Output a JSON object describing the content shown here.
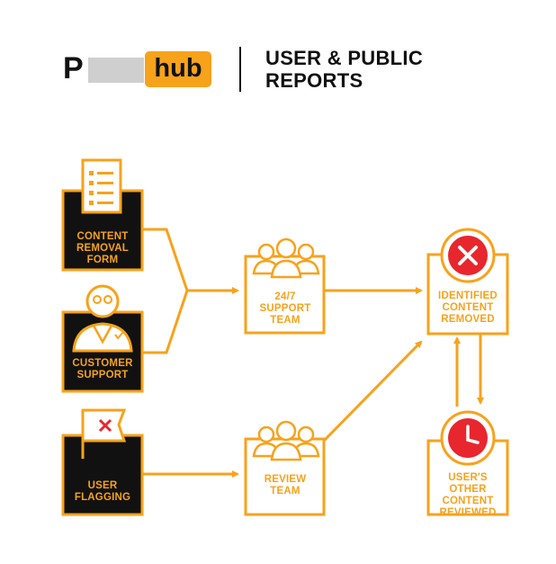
{
  "header": {
    "logo_prefix": "P",
    "logo_suffix": "hub",
    "title": "USER & PUBLIC REPORTS"
  },
  "colors": {
    "accent": "#f7a21b",
    "dark": "#111111",
    "red": "#e8262d"
  },
  "nodes": {
    "content_removal_form": "CONTENT REMOVAL FORM",
    "customer_support": "CUSTOMER SUPPORT",
    "user_flagging": "USER FLAGGING",
    "support_team": "24/7 SUPPORT TEAM",
    "review_team": "REVIEW TEAM",
    "identified_content_removed": "IDENTIFIED CONTENT REMOVED",
    "users_other_content_reviewed": "USER'S OTHER CONTENT REVIEWED"
  },
  "icons": {
    "form": "document-checklist-icon",
    "agent": "support-agent-icon",
    "flag": "flag-x-icon",
    "team": "team-people-icon",
    "removed": "x-circle-icon",
    "clock": "clock-icon"
  }
}
